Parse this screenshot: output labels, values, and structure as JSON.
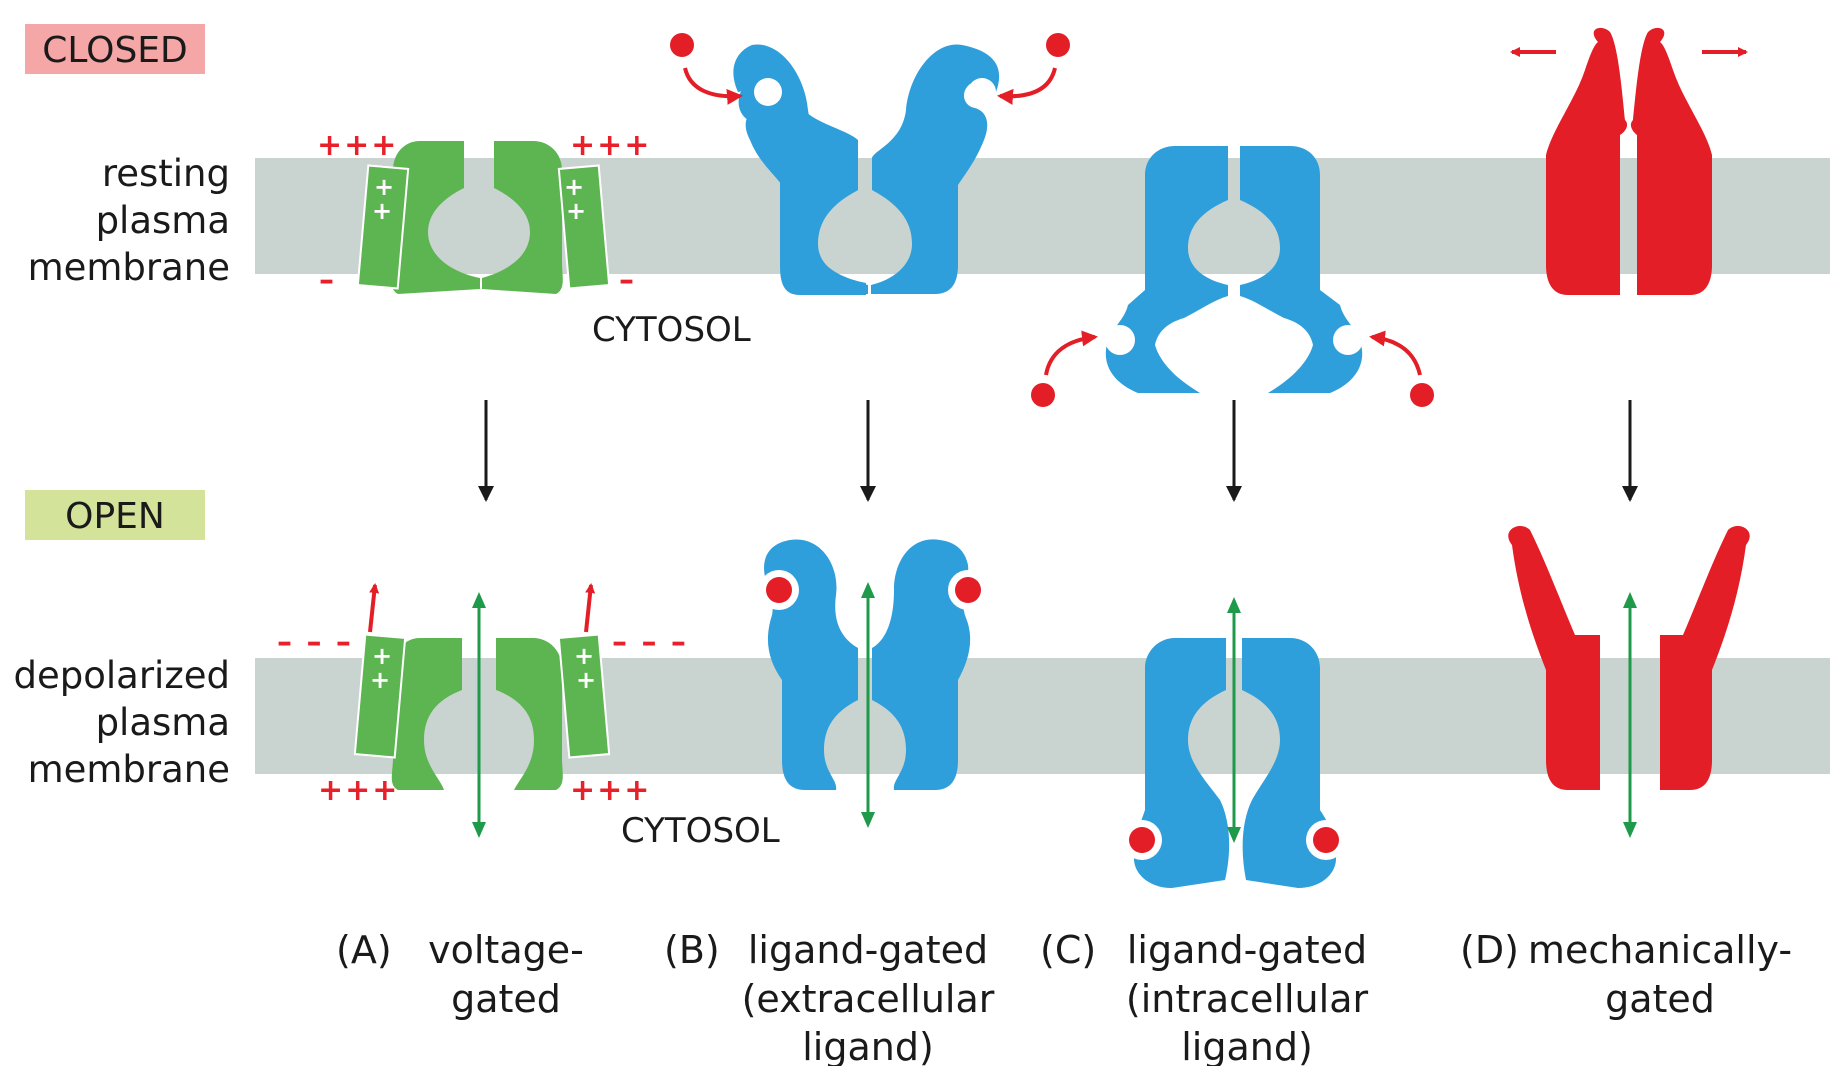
{
  "states": {
    "closed": "CLOSED",
    "open": "OPEN"
  },
  "membranes": {
    "resting": [
      "resting",
      "plasma",
      "membrane"
    ],
    "depolarized": [
      "depolarized",
      "plasma",
      "membrane"
    ]
  },
  "cytosol_label": "CYTOSOL",
  "charges": {
    "plus3": "+++",
    "minus1": "–",
    "minus3": "– – –",
    "plus1": "+"
  },
  "captions": {
    "a": {
      "letter": "(A)",
      "lines": [
        "voltage-",
        "gated"
      ]
    },
    "b": {
      "letter": "(B)",
      "lines": [
        "ligand-gated",
        "(extracellular",
        "ligand)"
      ]
    },
    "c": {
      "letter": "(C)",
      "lines": [
        "ligand-gated",
        "(intracellular",
        "ligand)"
      ]
    },
    "d": {
      "letter": "(D)",
      "lines": [
        "mechanically-",
        "gated"
      ]
    }
  },
  "colors": {
    "closed_badge": "#f4a7a6",
    "open_badge": "#d4e39a",
    "membrane": "#c9d3cf",
    "voltage_channel": "#5db552",
    "ligand_channel": "#2f9fdb",
    "mechanical_channel": "#e31e26",
    "ligand": "#e31e26",
    "flow_arrow": "#1e9a4a",
    "transition_arrow": "#1a1a1a"
  }
}
